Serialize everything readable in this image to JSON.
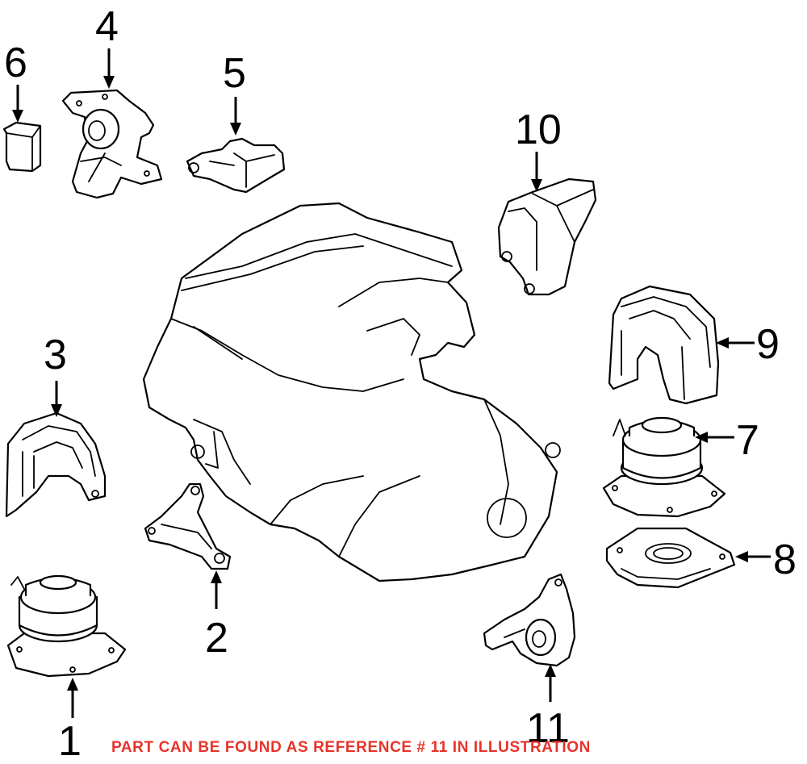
{
  "callouts": [
    "1",
    "2",
    "3",
    "4",
    "5",
    "6",
    "7",
    "8",
    "9",
    "10",
    "11"
  ],
  "note": {
    "text": "PART CAN BE FOUND AS REFERENCE # 11 IN ILLUSTRATION",
    "color": "#e8332a"
  }
}
